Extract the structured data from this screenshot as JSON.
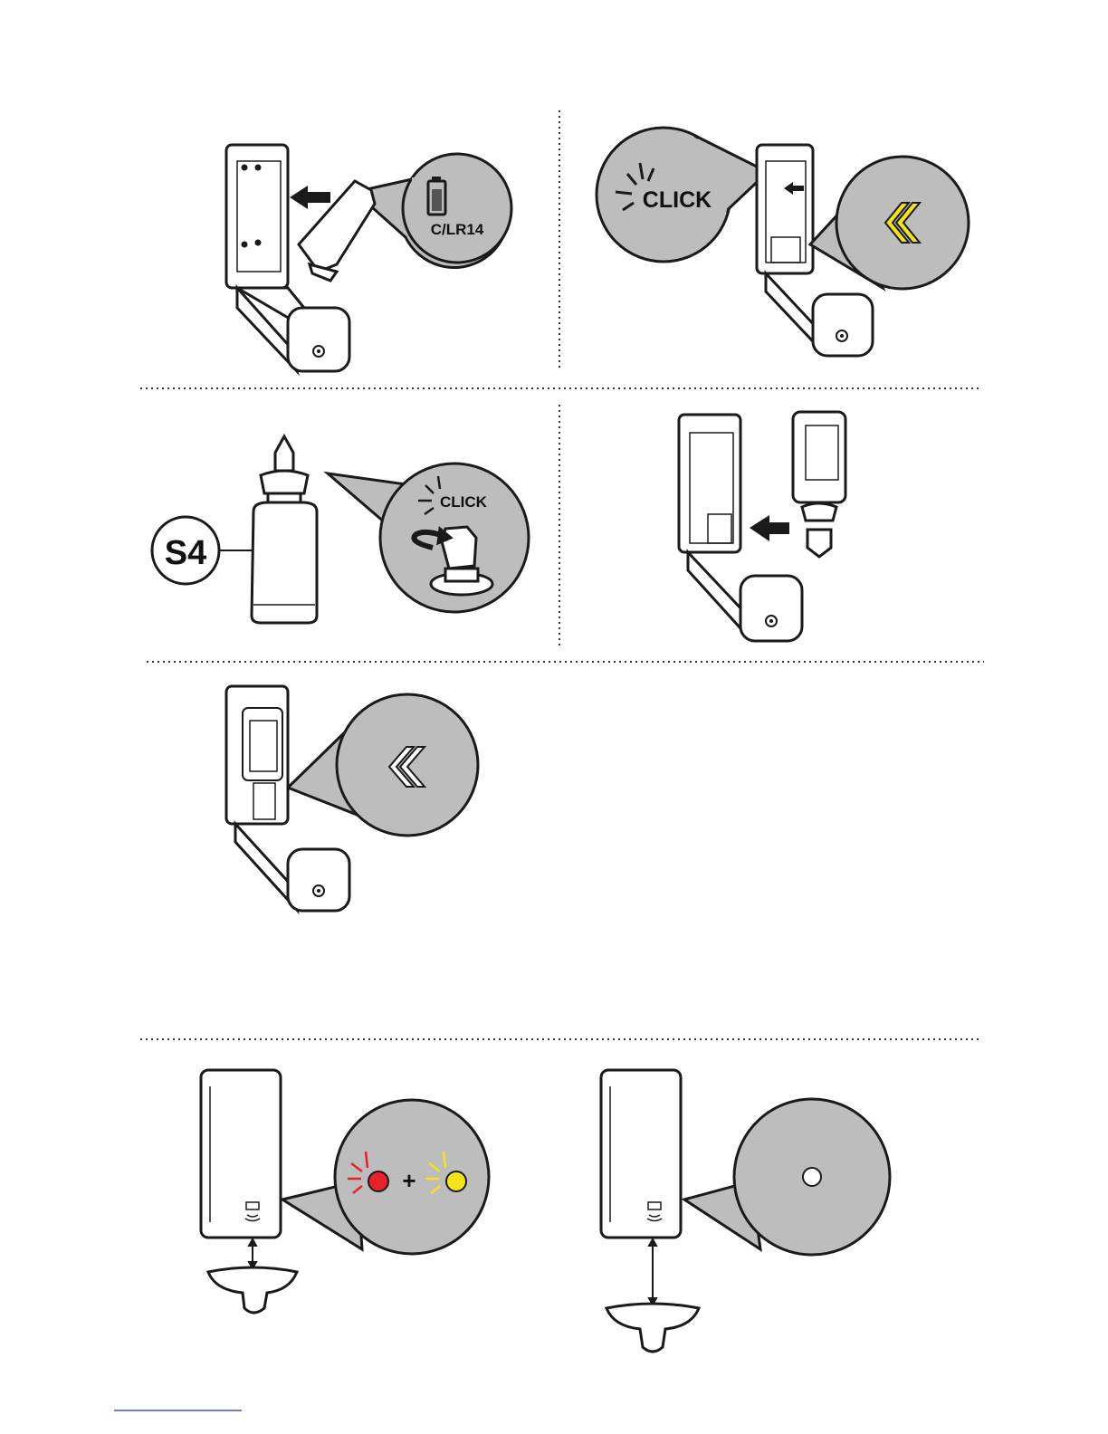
{
  "panels": {
    "battery": {
      "label": "C/LR14"
    },
    "click_top": {
      "label": "CLICK"
    },
    "refill": {
      "badge": "S4",
      "click_label": "CLICK"
    },
    "indicator_lights": {
      "separator": "+"
    }
  },
  "colors": {
    "magnifier_fill": "#bdbdbd",
    "line": "#1a1a1a",
    "arrow_yellow": "#f4e21a",
    "led_red": "#e8202a",
    "led_yellow": "#f4e21a",
    "link_underline": "#3a4fd8"
  },
  "icons": [
    "battery-icon",
    "click-spark-icon",
    "chevron-double-left-icon",
    "rotate-arrow-icon",
    "push-arrow-icon",
    "led-icon",
    "sensor-waves-icon"
  ]
}
